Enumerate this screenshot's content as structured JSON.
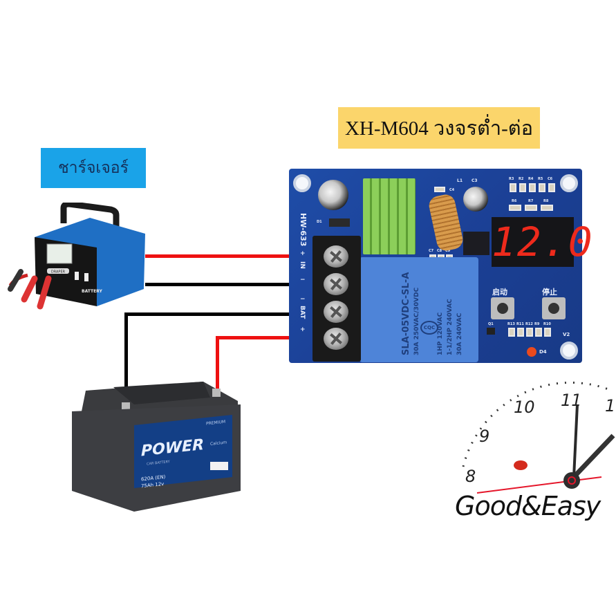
{
  "title_label": "XH-M604 วงจรต่ำ-ต่อ",
  "charger_label": "ชาร์จเจอร์",
  "board": {
    "model": "HW-633",
    "display_value": "12.0",
    "start_button_label": "启动",
    "stop_button_label": "停止",
    "terminal_labels": {
      "in_plus": "+",
      "in": "IN",
      "in_minus": "−",
      "bat_minus": "−",
      "bat": "BAT",
      "bat_plus": "+"
    },
    "components": {
      "top_resistors": [
        "R3",
        "R2",
        "R4",
        "R5",
        "C6"
      ],
      "mid_resistors": [
        "R6",
        "R7",
        "R8"
      ],
      "bottom_resistors": [
        "R13",
        "R11",
        "R12",
        "R9",
        "R10"
      ],
      "inductor": "L1",
      "capacitors": [
        "C3",
        "C4",
        "C7",
        "C8",
        "C9"
      ],
      "diode": "D1",
      "transistor": "Q1",
      "led": "D4",
      "version": "V2"
    },
    "relay": {
      "model": "SLA-05VDC-SL-A",
      "line1": "30A 250VAC/30VDC",
      "line2": "1HP 120VAC",
      "line3": "1-1/2HP 240VAC",
      "line4": "30A 240VAC",
      "cert": "CQC"
    }
  },
  "charger_device": {
    "brand": "DRAPER",
    "panel_text": "BATTERY"
  },
  "battery": {
    "brand": "POWER",
    "subtitle": "CAR BATTERY",
    "grade": "PREMIUM",
    "type": "Calcium",
    "spec1": "620A  (EN)",
    "spec2": "75Ah  12v"
  },
  "clock": {
    "numbers": [
      "8",
      "9",
      "10",
      "11",
      "1"
    ],
    "brand": "Good&Easy"
  },
  "colors": {
    "wire_positive": "#ee1111",
    "wire_negative": "#000000",
    "title_bg": "#fbd56b",
    "charger_label_bg": "#1aa3e8",
    "pcb": "#1f4da8",
    "display_digits": "#ee2a1c"
  }
}
